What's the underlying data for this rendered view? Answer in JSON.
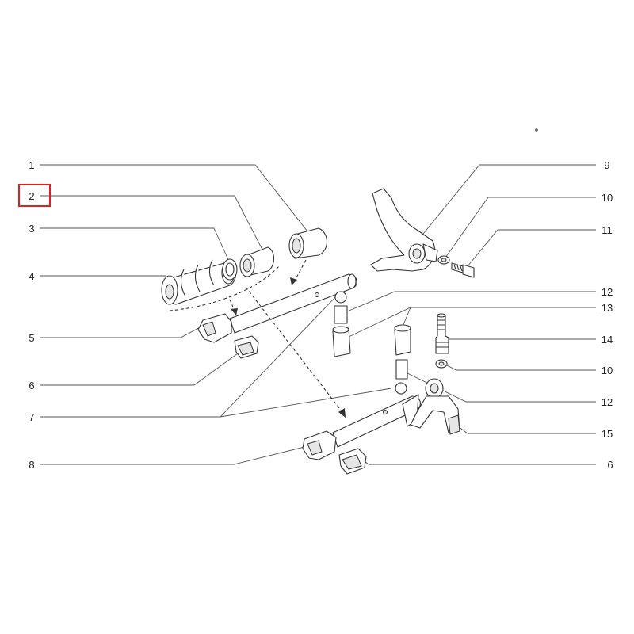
{
  "callouts": {
    "c1": "1",
    "c2": "2",
    "c3": "3",
    "c4": "4",
    "c5": "5",
    "c6a": "6",
    "c6b": "6",
    "c7": "7",
    "c8": "8",
    "c9": "9",
    "c10a": "10",
    "c10b": "10",
    "c11": "11",
    "c12a": "12",
    "c12b": "12",
    "c13": "13",
    "c14": "14",
    "c15": "15"
  },
  "highlight": {
    "selected_callout": "2",
    "color": "#e02020"
  },
  "colors": {
    "line": "#333333",
    "leader": "#555555",
    "shade": "#e6e6e6"
  }
}
